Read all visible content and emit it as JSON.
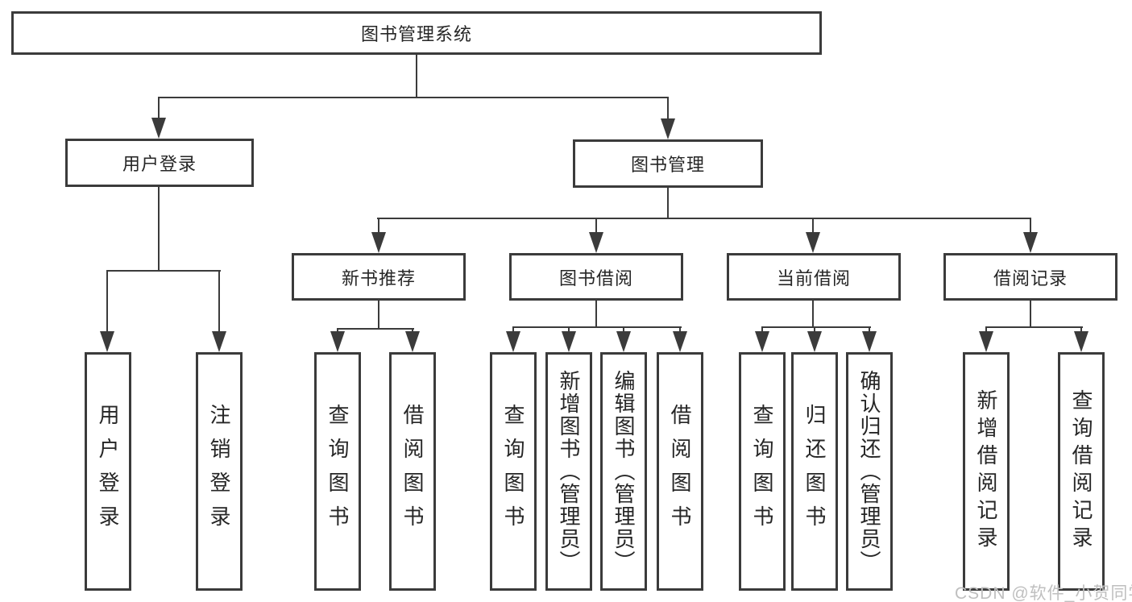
{
  "tree": {
    "label": "图书管理系统",
    "children": [
      {
        "label": "用户登录",
        "children": [
          {
            "label": "用户登录"
          },
          {
            "label": "注销登录"
          }
        ]
      },
      {
        "label": "图书管理",
        "children": [
          {
            "label": "新书推荐",
            "children": [
              {
                "label": "查询图书"
              },
              {
                "label": "借阅图书"
              }
            ]
          },
          {
            "label": "图书借阅",
            "children": [
              {
                "label": "查询图书"
              },
              {
                "label": "新增图书（管理员）"
              },
              {
                "label": "编辑图书（管理员）"
              },
              {
                "label": "借阅图书"
              }
            ]
          },
          {
            "label": "当前借阅",
            "children": [
              {
                "label": "查询图书"
              },
              {
                "label": "归还图书"
              },
              {
                "label": "确认归还（管理员）"
              }
            ]
          },
          {
            "label": "借阅记录",
            "children": [
              {
                "label": "新增借阅记录"
              },
              {
                "label": "查询借阅记录"
              }
            ]
          }
        ]
      }
    ]
  },
  "watermark": {
    "text": "CSDN @软件_小贺同学"
  },
  "colors": {
    "line": "#3b3b3b",
    "text": "#262626",
    "watermark": "#bfbfbf",
    "bg": "#ffffff"
  }
}
